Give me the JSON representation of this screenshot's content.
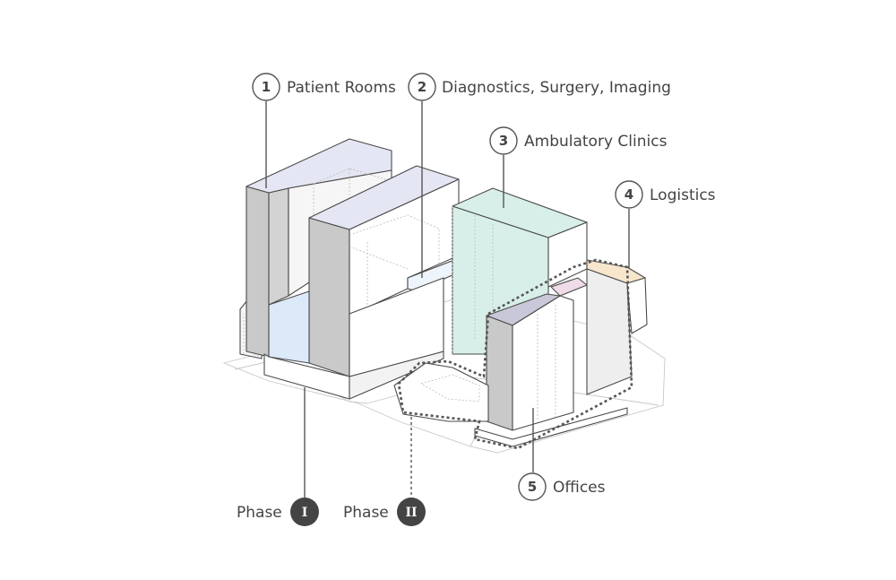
{
  "callouts": [
    {
      "number": "1",
      "label": "Patient Rooms"
    },
    {
      "number": "2",
      "label": "Diagnostics, Surgery, Imaging"
    },
    {
      "number": "3",
      "label": "Ambulatory Clinics"
    },
    {
      "number": "4",
      "label": "Logistics"
    },
    {
      "number": "5",
      "label": "Offices"
    }
  ],
  "phases": [
    {
      "label": "Phase",
      "numeral": "I"
    },
    {
      "label": "Phase",
      "numeral": "II"
    }
  ],
  "colors": {
    "patient_rooms": "#e4e6f3",
    "diagnostics": "#dce9f8",
    "ambulatory": "#d8efe9",
    "logistics": "#f8e6cc",
    "offices": "#efdce8",
    "shadow": "#c9c9c9",
    "ink": "#444444"
  }
}
